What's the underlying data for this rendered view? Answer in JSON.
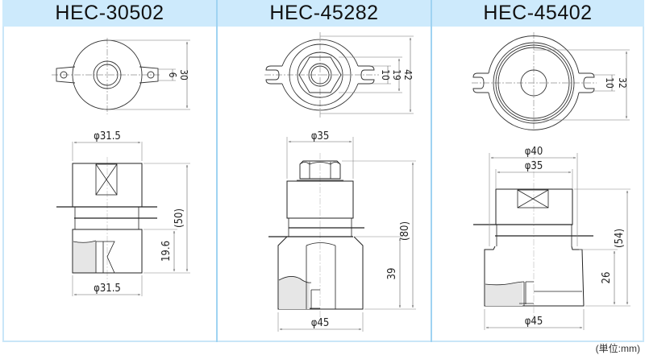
{
  "products": [
    {
      "model": "HEC-30502",
      "top_view": {
        "dims": [
          "6",
          "30"
        ]
      },
      "side_view": {
        "top_diameter": "φ31.5",
        "bottom_diameter": "φ31.5",
        "overall_height": "(50)",
        "lower_height": "19.6"
      }
    },
    {
      "model": "HEC-45282",
      "top_view": {
        "dims": [
          "10",
          "19",
          "42"
        ]
      },
      "side_view": {
        "top_diameter": "φ35",
        "bottom_diameter": "φ45",
        "overall_height": "(80)",
        "lower_height": "39"
      }
    },
    {
      "model": "HEC-45402",
      "top_view": {
        "dims": [
          "10",
          "32"
        ]
      },
      "side_view": {
        "outer_diameter": "φ40",
        "top_diameter": "φ35",
        "bottom_diameter": "φ45",
        "overall_height": "(54)",
        "lower_height": "26"
      }
    }
  ],
  "unit_note": "(単位:mm)",
  "colors": {
    "header_bg": "#cdeafc",
    "border": "#9fd3f2",
    "fill_gray": "#e6e6e6"
  }
}
